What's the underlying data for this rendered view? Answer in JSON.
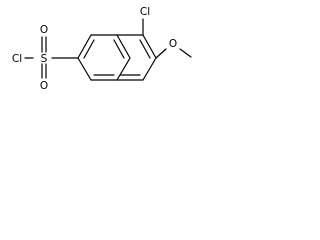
{
  "molecule": {
    "atoms": {
      "cl_sulfonyl": "Cl",
      "sulfur": "S",
      "oxygen_top": "O",
      "oxygen_bottom": "O",
      "cl_ring": "Cl",
      "oxygen_methoxy": "O"
    },
    "colors": {
      "bond": "#000000",
      "label": "#000000",
      "background": "#ffffff"
    }
  }
}
